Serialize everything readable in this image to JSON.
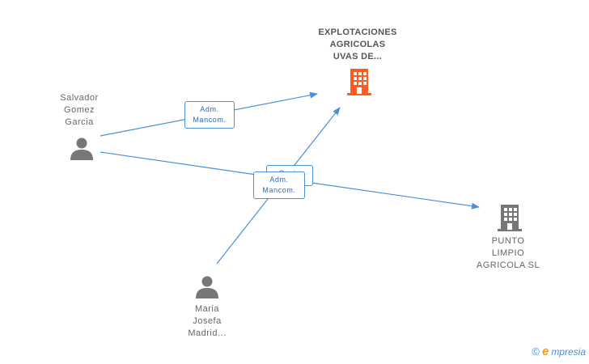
{
  "nodes": {
    "company_main": {
      "label": "EXPLOTACIONES\nAGRICOLAS\nUVAS DE...",
      "color": "#ff5a1f",
      "icon": "building-icon"
    },
    "company_2": {
      "label": "PUNTO\nLIMPIO\nAGRICOLA SL",
      "color": "#777777",
      "icon": "building-icon"
    },
    "person_1": {
      "label": "Salvador\nGomez\nGarcia",
      "icon": "person-icon"
    },
    "person_2": {
      "label": "Maria\nJosefa\nMadrid...",
      "icon": "person-icon"
    }
  },
  "relations": [
    {
      "line1": "Adm.",
      "line2": "Mancom."
    },
    {
      "line1": "Socio",
      "line2": ""
    },
    {
      "line1": "Adm.",
      "line2": "Mancom."
    }
  ],
  "footer": {
    "copyright": "©",
    "brand_e": "e",
    "brand_rest": "mpresia"
  },
  "colors": {
    "edge": "#4a90d9",
    "person": "#777777"
  }
}
